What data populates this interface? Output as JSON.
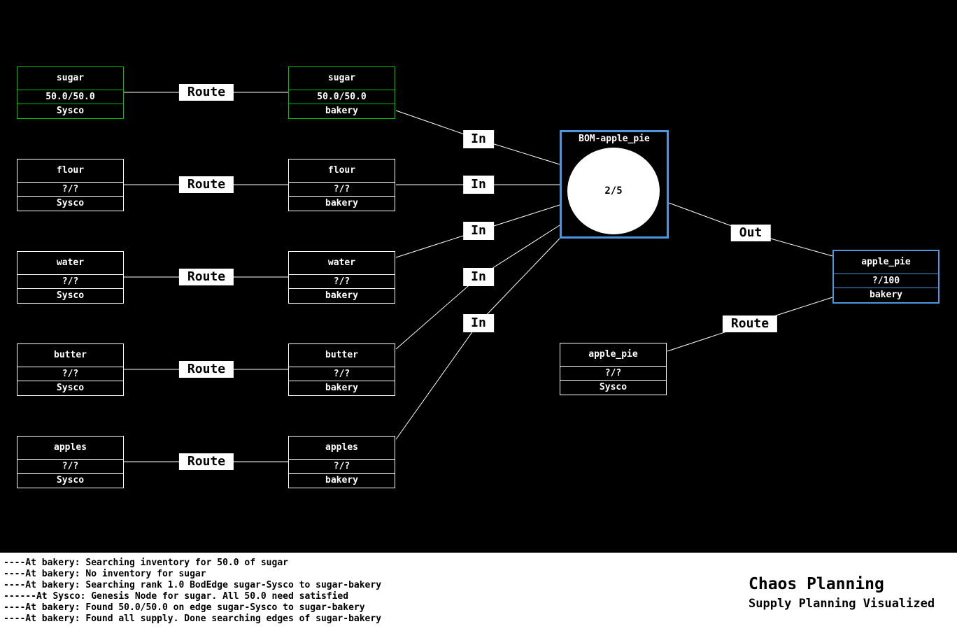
{
  "palette": {
    "canvas_bg": "#000000",
    "footer_bg": "#ffffff",
    "edge": "#ffffff",
    "node_green": "#00c400",
    "node_blue": "#4a97e0",
    "node_white": "#ffffff"
  },
  "edge_labels": {
    "route": "Route",
    "in": "In",
    "out": "Out"
  },
  "supplier_nodes": [
    {
      "name": "sugar",
      "qty": "50.0/50.0",
      "location": "Sysco"
    },
    {
      "name": "flour",
      "qty": "?/?",
      "location": "Sysco"
    },
    {
      "name": "water",
      "qty": "?/?",
      "location": "Sysco"
    },
    {
      "name": "butter",
      "qty": "?/?",
      "location": "Sysco"
    },
    {
      "name": "apples",
      "qty": "?/?",
      "location": "Sysco"
    }
  ],
  "bakery_nodes": [
    {
      "name": "sugar",
      "qty": "50.0/50.0",
      "location": "bakery"
    },
    {
      "name": "flour",
      "qty": "?/?",
      "location": "bakery"
    },
    {
      "name": "water",
      "qty": "?/?",
      "location": "bakery"
    },
    {
      "name": "butter",
      "qty": "?/?",
      "location": "bakery"
    },
    {
      "name": "apples",
      "qty": "?/?",
      "location": "bakery"
    }
  ],
  "bom_node": {
    "title": "BOM-apple_pie",
    "progress": "2/5"
  },
  "apple_pie_bakery": {
    "name": "apple_pie",
    "qty": "?/100",
    "location": "bakery"
  },
  "apple_pie_sysco": {
    "name": "apple_pie",
    "qty": "?/?",
    "location": "Sysco"
  },
  "log_lines": [
    "----At bakery: Searching inventory for 50.0 of sugar",
    "----At bakery: No inventory for sugar",
    "----At bakery: Searching rank 1.0 BodEdge sugar-Sysco to sugar-bakery",
    "------At Sysco: Genesis Node for sugar. All 50.0 need satisfied",
    "----At bakery: Found 50.0/50.0 on edge sugar-Sysco to sugar-bakery",
    "----At bakery: Found all supply. Done searching edges of sugar-bakery"
  ],
  "footer": {
    "title": "Chaos Planning",
    "subtitle": "Supply Planning Visualized"
  }
}
